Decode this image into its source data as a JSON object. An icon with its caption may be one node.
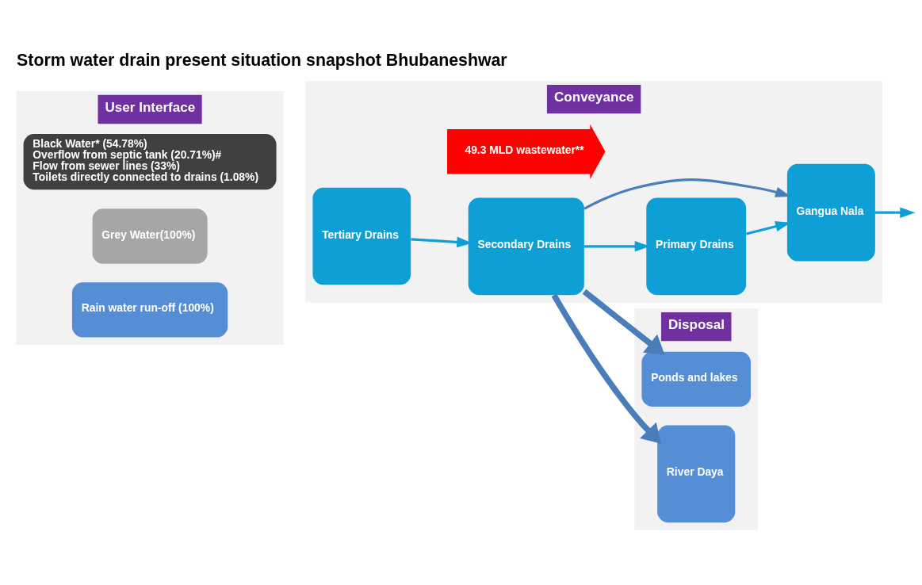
{
  "diagram": {
    "title": "Storm water drain present situation snapshot Bhubaneshwar",
    "nodes": [
      {
        "text": [
          "User Interface"
        ]
      },
      {
        "text": [
          "Black Water* (54.78%)",
          "Overflow from septic tank (20.71%)#",
          "Flow from sewer lines (33%)",
          "Toilets directly connected to drains (1.08%)"
        ],
        "in": 0
      },
      {
        "text": [
          "Grey Water(100%)"
        ],
        "in": 0
      },
      {
        "text": [
          "Rain water run-off (100%)"
        ],
        "in": 0
      },
      {
        "text": [
          "Conveyance"
        ]
      },
      {
        "text": [
          "Tertiary Drains"
        ],
        "in": 4
      },
      {
        "text": [
          "Secondary Drains"
        ],
        "in": 4
      },
      {
        "text": [
          "Primary Drains"
        ],
        "in": 4
      },
      {
        "text": [
          "Gangua Nala"
        ],
        "in": 4
      },
      {
        "text": [
          "49.3 MLD wastewater**"
        ],
        "in": 4
      },
      {
        "text": [
          "Disposal"
        ]
      },
      {
        "text": [
          "Ponds and lakes"
        ],
        "in": 10
      },
      {
        "text": [
          "River Daya"
        ],
        "in": 10
      }
    ],
    "edges": [
      {
        "from": 5,
        "to": 6,
        "arrow": "to"
      },
      {
        "from": 6,
        "to": 7,
        "arrow": "to"
      },
      {
        "from": 7,
        "to": 8,
        "arrow": "to"
      },
      {
        "from": 8,
        "to": null,
        "arrow": "to"
      },
      {
        "from": 6,
        "to": 8,
        "arrow": "to",
        "color": "#4a7ebb"
      },
      {
        "from": 6,
        "to": 11,
        "arrow": "to",
        "style": "thick",
        "color": "#4a7ebb"
      },
      {
        "from": 6,
        "to": 12,
        "arrow": "to",
        "style": "thick",
        "color": "#4a7ebb"
      }
    ]
  }
}
